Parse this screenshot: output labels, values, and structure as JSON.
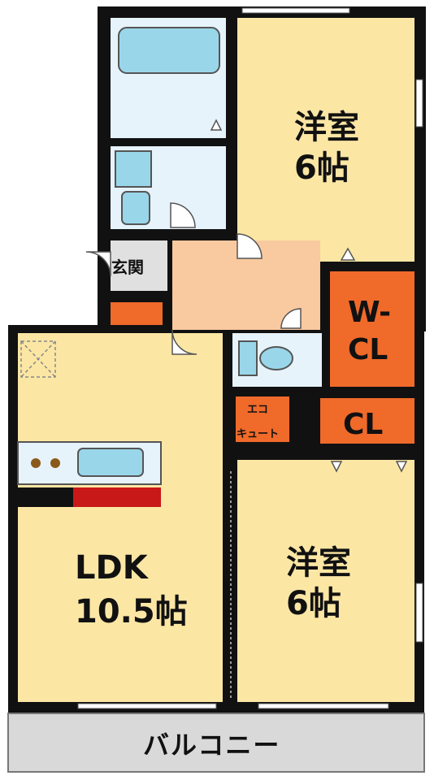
{
  "rooms": {
    "bedroom_north": {
      "name": "洋室",
      "size": "6帖"
    },
    "bedroom_south": {
      "name": "洋室",
      "size": "6帖"
    },
    "ldk": {
      "name": "LDK",
      "size": "10.5帖"
    },
    "wcl": {
      "line1": "W-",
      "line2": "CL"
    },
    "cl": {
      "label": "CL"
    },
    "eco": {
      "line1": "エコ",
      "line2": "キュート"
    },
    "genkan": {
      "label": "玄関"
    },
    "balcony": {
      "label": "バルコニー"
    }
  },
  "colors": {
    "room": "#fbe6a4",
    "hall": "#f9c9a0",
    "wet": "#e6f3fb",
    "storage": "#f06a2a",
    "wall": "#111111",
    "balcony": "#d9d9d9",
    "fixture": "#9ad6ea"
  }
}
